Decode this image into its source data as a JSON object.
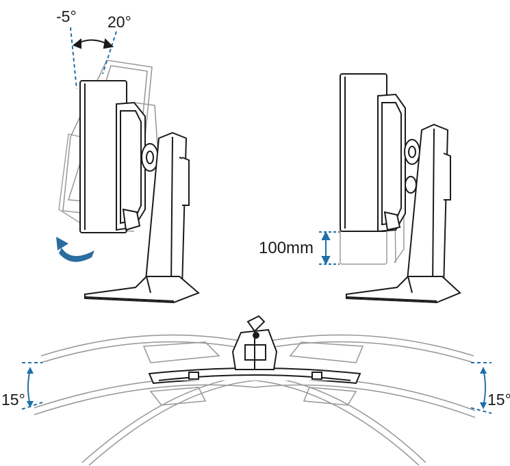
{
  "tilt": {
    "forward_label": "-5°",
    "backward_label": "20°"
  },
  "height": {
    "label": "100mm"
  },
  "swivel": {
    "left_label": "15°",
    "right_label": "15°"
  },
  "colors": {
    "line": "#1a1a1a",
    "ghost": "#9a9a9a",
    "guide": "#1e6fa8",
    "arrow": "#2a6d9e"
  }
}
